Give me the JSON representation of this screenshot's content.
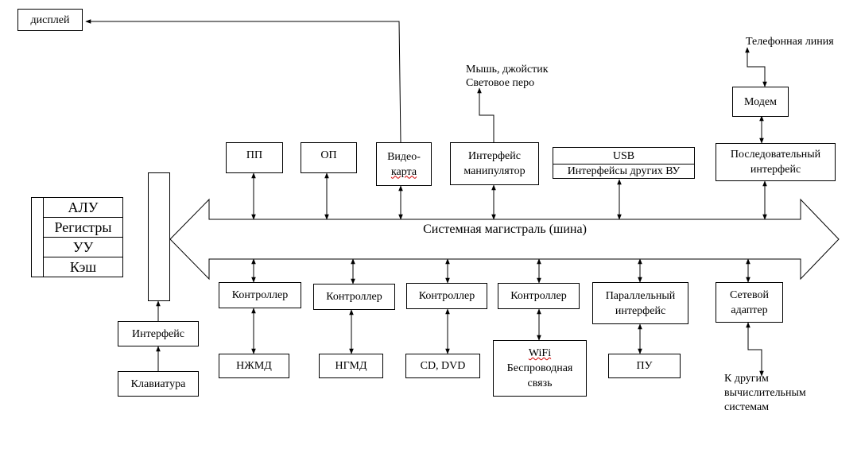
{
  "display": "дисплей",
  "phone_line": "Телефонная линия",
  "mouse": {
    "line1": "Мышь, джойстик",
    "line2": "Световое перо"
  },
  "modem": "Модем",
  "pp": "ПП",
  "op": "ОП",
  "videocard": {
    "line1": "Видео-",
    "line2": "карта"
  },
  "manipulator": {
    "line1": "Интерфейс",
    "line2": "манипулятор"
  },
  "usb": {
    "line1": "USB",
    "line2": "Интерфейсы других ВУ"
  },
  "serial": {
    "line1": "Последовательный",
    "line2": "интерфейс"
  },
  "cpu": [
    "АЛУ",
    "Регистры",
    "УУ",
    "Кэш"
  ],
  "bus": "Системная магистраль (шина)",
  "controller": "Контроллер",
  "parallel": {
    "line1": "Параллельный",
    "line2": "интерфейс"
  },
  "network": {
    "line1": "Сетевой",
    "line2": "адаптер"
  },
  "kb_interface": "Интерфейс",
  "keyboard": "Клавиатура",
  "hdd": "НЖМД",
  "fdd": "НГМД",
  "cd": "CD, DVD",
  "wifi": {
    "line1": "WiFi",
    "line2": "Беспроводная",
    "line3": "связь"
  },
  "pu": "ПУ",
  "other_systems": {
    "line1": "К другим",
    "line2": "вычислительным",
    "line3": "системам"
  }
}
